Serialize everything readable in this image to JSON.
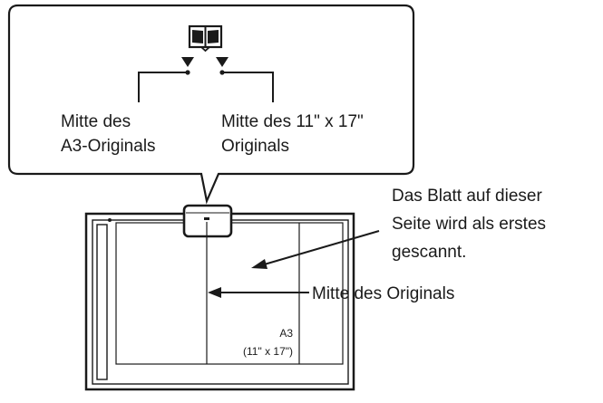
{
  "callout": {
    "icon": "book-icon",
    "left_label": [
      "Mitte des",
      "A3-Originals"
    ],
    "right_label": [
      "Mitte des 11\" x 17\"",
      "Originals"
    ]
  },
  "annotations": {
    "first_scanned": [
      "Das Blatt auf dieser",
      "Seite wird als erstes",
      "gescannt."
    ],
    "center_of_original": "Mitte des Originals"
  },
  "paper": {
    "size": "A3",
    "size_alt": "(11\" x 17\")"
  },
  "colors": {
    "line": "#1a1a1a",
    "background": "#ffffff"
  }
}
